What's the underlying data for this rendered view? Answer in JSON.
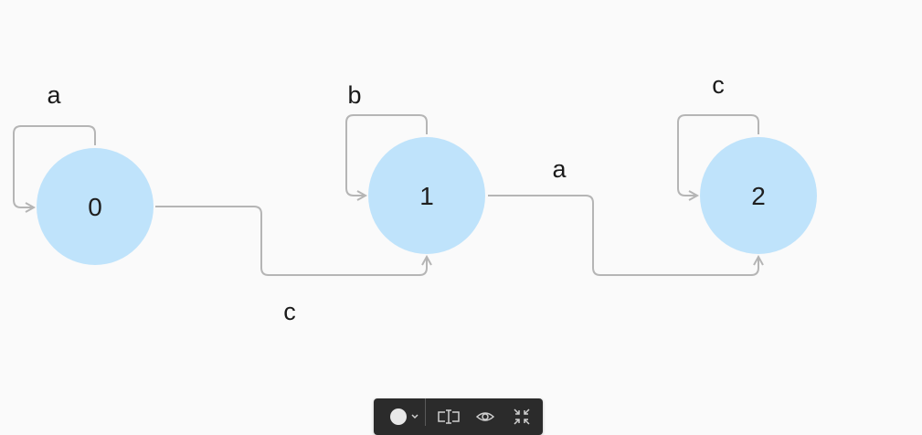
{
  "diagram": {
    "nodes": [
      {
        "id": "0",
        "label": "0"
      },
      {
        "id": "1",
        "label": "1"
      },
      {
        "id": "2",
        "label": "2"
      }
    ],
    "edges": [
      {
        "from": "0",
        "to": "0",
        "label": "a"
      },
      {
        "from": "1",
        "to": "1",
        "label": "b"
      },
      {
        "from": "2",
        "to": "2",
        "label": "c"
      },
      {
        "from": "0",
        "to": "1",
        "label": "c"
      },
      {
        "from": "1",
        "to": "2",
        "label": "a"
      }
    ],
    "colors": {
      "node_fill": "#bfe3fb",
      "edge_stroke": "#b5b5b5",
      "background": "#fafafa",
      "toolbar": "#2b2b2b"
    }
  },
  "toolbar": {
    "items": [
      {
        "icon": "color-swatch-icon"
      },
      {
        "icon": "chevron-down-icon"
      },
      {
        "icon": "text-field-icon"
      },
      {
        "icon": "eye-icon"
      },
      {
        "icon": "collapse-icon"
      }
    ]
  }
}
